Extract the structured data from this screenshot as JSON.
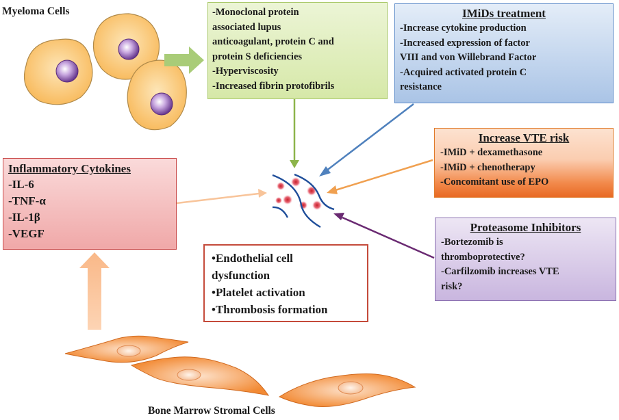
{
  "labels": {
    "myeloma": "Myeloma Cells",
    "stromal": "Bone Marrow Stromal Cells"
  },
  "green_box": {
    "lines": [
      "-Monoclonal protein",
      "associated lupus",
      "anticoagulant, protein C and",
      "protein S deficiencies",
      "-Hyperviscosity",
      "-Increased fibrin protofibrils"
    ]
  },
  "imids_box": {
    "title": "IMiDs treatment",
    "lines": [
      "-Increase cytokine production",
      "-Increased expression of factor",
      "VIII and von Willebrand Factor",
      "-Acquired activated protein C",
      "resistance"
    ]
  },
  "vte_box": {
    "title": "Increase VTE risk",
    "lines": [
      "-IMiD + dexamethasone",
      "-IMiD + chenotherapy",
      "-Concomitant use of EPO"
    ]
  },
  "proteasome_box": {
    "title": "Proteasome Inhibitors",
    "lines": [
      "-Bortezomib is",
      "thromboprotective?",
      "-Carfilzomib increases VTE",
      "risk?"
    ]
  },
  "cytokines_box": {
    "title": "Inflammatory Cytokines",
    "lines": [
      "-IL-6",
      "-TNF-α",
      "-IL-1β",
      "-VEGF"
    ]
  },
  "effects_box": {
    "lines": [
      "•Endothelial cell",
      "dysfunction",
      "•Platelet activation",
      "•Thrombosis formation"
    ]
  },
  "colors": {
    "green_arrow": "#8cb44a",
    "blue_arrow": "#4f81bd",
    "orange_arrow": "#f0a050",
    "purple_arrow": "#6a2a72",
    "peach_arrow": "#f8c49a",
    "cell_fill": "#fbc36a",
    "nucleus": "#9a6ab8",
    "stromal_fill": "#f5913a"
  }
}
